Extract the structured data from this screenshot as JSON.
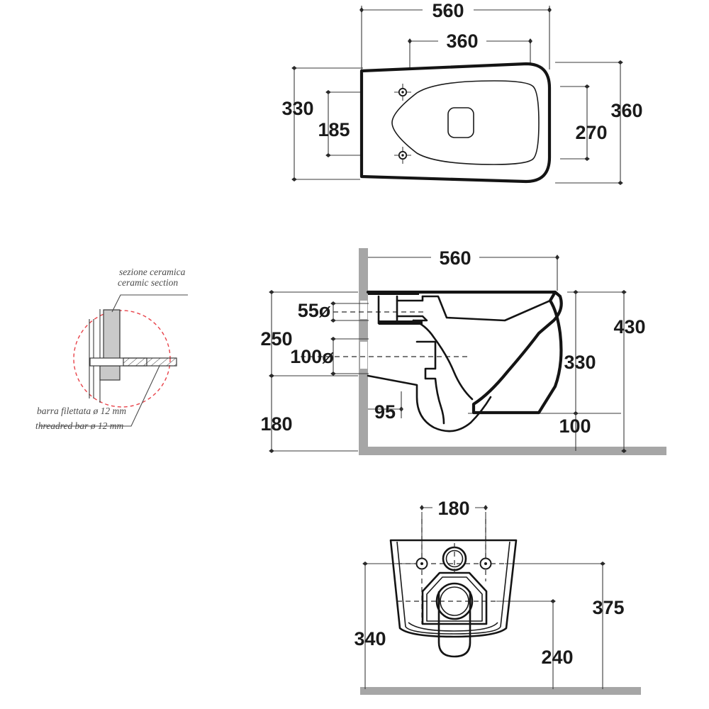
{
  "drawing": {
    "title": "Wall-hung WC technical dimension drawing",
    "units": "mm",
    "colors": {
      "outline": "#141414",
      "dimension": "#3a3a3a",
      "wall": "#a6a6a6",
      "detail_circle": "#e8434a",
      "ceramic_section_fill": "#c9c9c9",
      "note_text": "#4a4a4a"
    }
  },
  "views": {
    "top": {
      "name": "top-view",
      "dimensions": {
        "overall_width": "560",
        "seat_width": "360",
        "overall_depth": "360",
        "fixing_span_left": "330",
        "fixing_hole_spacing": "185",
        "seat_depth": "270"
      }
    },
    "side": {
      "name": "side-view",
      "dimensions": {
        "projection": "560",
        "waste_outlet_dia": "100ø",
        "water_inlet_dia": "55ø",
        "fixing_height": "250",
        "lower_offset": "180",
        "outlet_offset": "95",
        "bowl_height": "330",
        "total_height": "430",
        "base_offset": "100"
      }
    },
    "front": {
      "name": "front-view",
      "dimensions": {
        "fixing_spacing": "180",
        "mount_height": "340",
        "outlet_height": "240",
        "overall_height": "375"
      }
    },
    "detail": {
      "name": "ceramic-section-detail",
      "labels": {
        "section_it": "sezione ceramica",
        "section_en": "ceramic section",
        "bar_it": "barra filettata ø 12 mm",
        "bar_en": "threadred bar ø 12 mm"
      }
    }
  }
}
